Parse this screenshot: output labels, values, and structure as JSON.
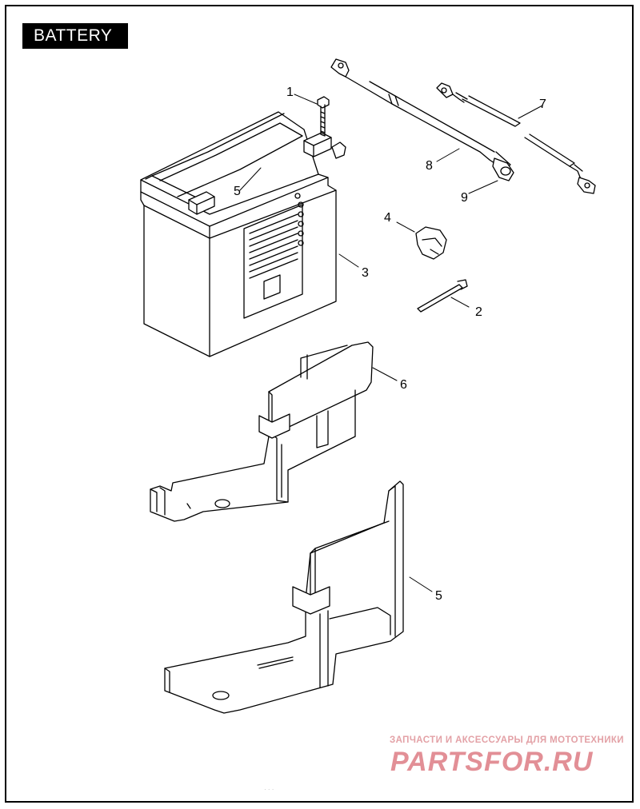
{
  "title": "BATTERY",
  "callouts": {
    "c1": "1",
    "c2": "2",
    "c3": "3",
    "c4": "4",
    "c5_top": "5",
    "c5_bottom": "5",
    "c6": "6",
    "c7": "7",
    "c8": "8",
    "c9": "9"
  },
  "watermark": {
    "tagline": "ЗАПЧАСТИ И АКСЕССУАРЫ ДЛЯ МОТОТЕХНИКИ",
    "brand": "PARTSFOR.RU",
    "footer": "· · ·"
  },
  "colors": {
    "line": "#000000",
    "badge": "#000000",
    "watermark": "#e28f96"
  }
}
